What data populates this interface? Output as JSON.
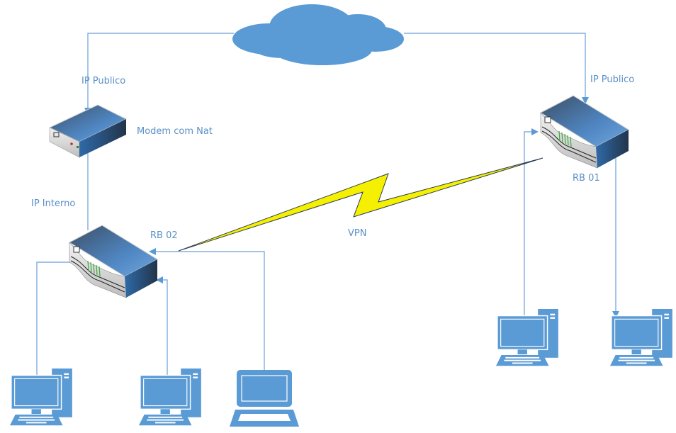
{
  "diagram": {
    "title": "",
    "colors": {
      "connector": "#6a9fd8",
      "cloud": "#5b9bd5",
      "label": "#5b8fc7",
      "vpn_bolt": "#f5f000",
      "device_top": "#4a7ab0",
      "computer": "#5b9bd5"
    },
    "nodes": [
      {
        "id": "internet",
        "type": "cloud-icon",
        "label": ""
      },
      {
        "id": "modem",
        "type": "modem",
        "label": "Modem com Nat"
      },
      {
        "id": "rb02",
        "type": "router",
        "label": "RB 02"
      },
      {
        "id": "rb01",
        "type": "router",
        "label": "RB 01"
      },
      {
        "id": "pc-left-1",
        "type": "desktop-computer",
        "label": ""
      },
      {
        "id": "pc-left-2",
        "type": "desktop-computer",
        "label": ""
      },
      {
        "id": "laptop-left",
        "type": "laptop",
        "label": ""
      },
      {
        "id": "pc-right-1",
        "type": "desktop-computer",
        "label": ""
      },
      {
        "id": "pc-right-2",
        "type": "desktop-computer",
        "label": ""
      }
    ],
    "edges": [
      {
        "from": "internet",
        "to": "modem",
        "label": "IP Publico"
      },
      {
        "from": "internet",
        "to": "rb01",
        "label": "IP Publico"
      },
      {
        "from": "rb02",
        "to": "modem",
        "label": "IP Interno"
      },
      {
        "from": "rb02",
        "to": "rb01",
        "label": "VPN",
        "style": "lightning"
      },
      {
        "from": "pc-left-1",
        "to": "rb02",
        "label": ""
      },
      {
        "from": "pc-left-2",
        "to": "rb02",
        "label": ""
      },
      {
        "from": "laptop-left",
        "to": "rb02",
        "label": ""
      },
      {
        "from": "pc-right-1",
        "to": "rb01",
        "label": ""
      },
      {
        "from": "rb01",
        "to": "pc-right-2",
        "label": ""
      }
    ]
  },
  "labels": {
    "ip_publico_left": "IP Publico",
    "ip_publico_right": "IP Publico",
    "modem": "Modem com Nat",
    "ip_interno": "IP Interno",
    "rb02": "RB 02",
    "rb01": "RB 01",
    "vpn": "VPN"
  }
}
